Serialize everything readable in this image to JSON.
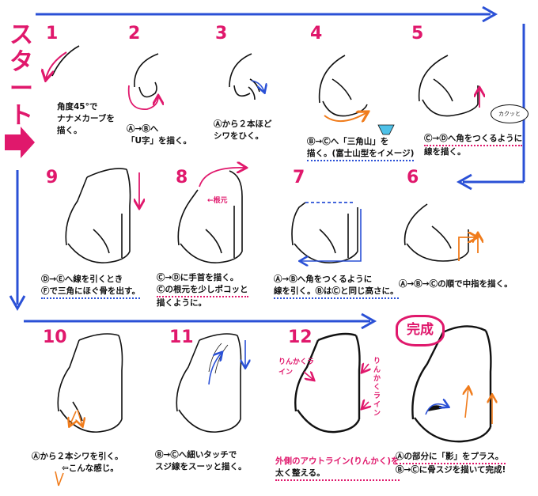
{
  "start_label": "スタート",
  "steps": [
    {
      "num": "1",
      "line1": "角度45°で",
      "line2": "ナナメカーブを",
      "line3": "描く。"
    },
    {
      "num": "2",
      "line1": "Ⓐ→Ⓑへ",
      "line2": "「U字」を描く。"
    },
    {
      "num": "3",
      "line1": "Ⓐから２本ほど",
      "line2": "シワをひく。"
    },
    {
      "num": "4",
      "line1": "Ⓑ→Ⓒへ「三角山」を",
      "line2": "描く。(富士山型をイメージ)"
    },
    {
      "num": "5",
      "line1": "Ⓒ→Ⓓへ角をつくるように",
      "line2": "線を描く。",
      "bubble": "カクッと"
    },
    {
      "num": "6",
      "line1": "Ⓐ→Ⓑ→Ⓒの順で中指を描く。"
    },
    {
      "num": "7",
      "line1": "Ⓐ→Ⓑへ角をつくるように",
      "line2": "線を引く。ⒷはⒸと同じ高さに。"
    },
    {
      "num": "8",
      "line1": "Ⓒ→Ⓓに手首を描く。",
      "line2": "Ⓒの根元を少しポコッと",
      "line3": "描くように。",
      "note": "←根元"
    },
    {
      "num": "9",
      "line1": "Ⓓ→Ⓔへ線を引くとき",
      "line2": "Ⓕで三角にほぐ骨を出す。"
    },
    {
      "num": "10",
      "line1": "Ⓐから２本シワを引く。",
      "line2": "⇦こんな感じ。"
    },
    {
      "num": "11",
      "line1": "Ⓑ→Ⓒへ細いタッチで",
      "line2": "スジ線をスーッと描く。"
    },
    {
      "num": "12",
      "line1": "外側のアウトライン(りんかく)を",
      "line2": "太く整える。",
      "note_a": "りんかくライン",
      "note_b": "りんかくライン"
    },
    {
      "num": "完成",
      "line1": "Ⓐの部分に「影」をプラス。",
      "line2": "Ⓑ→Ⓒに骨スジを描いて完成!"
    }
  ],
  "colors": {
    "pink": "#e0186c",
    "blue": "#2a50d6",
    "orange": "#f07c1c"
  }
}
